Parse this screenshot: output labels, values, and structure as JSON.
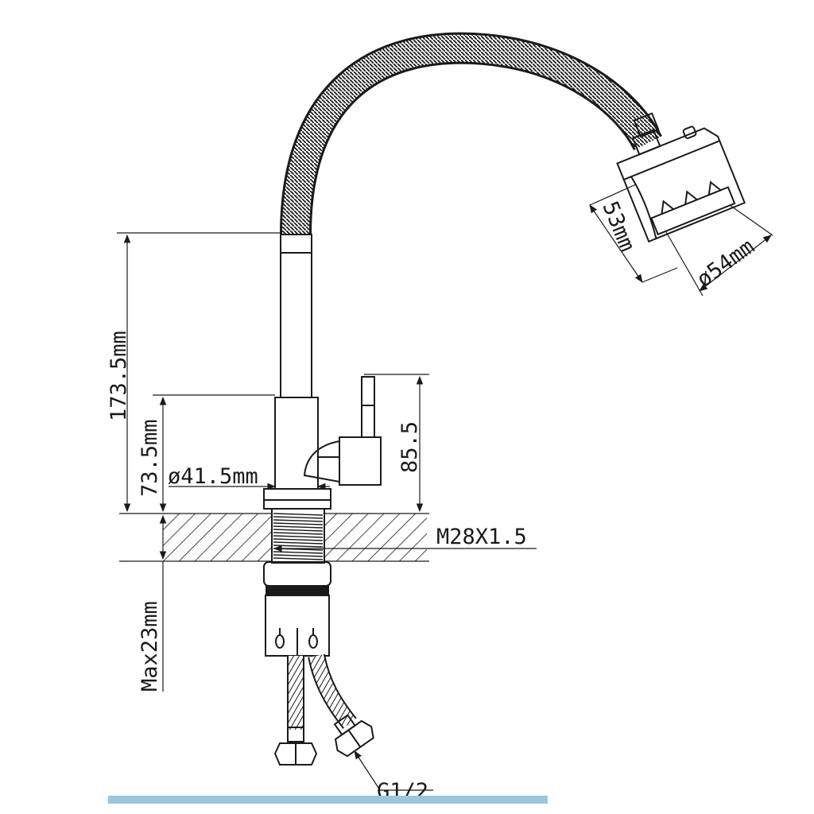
{
  "dimensions": {
    "total_height": "173.5mm",
    "body_height": "73.5mm",
    "body_diameter": "ø41.5mm",
    "handle_height": "85.5",
    "thread": "M28X1.5",
    "max_counter_thickness": "Max23mm",
    "head_height": "53mm",
    "head_diameter": "ø54mm",
    "hose_connection": "G1/2"
  },
  "colors": {
    "line": "#1a1a1a",
    "hatch": "#1a1a1a",
    "base_strip": "#9cc5de"
  }
}
